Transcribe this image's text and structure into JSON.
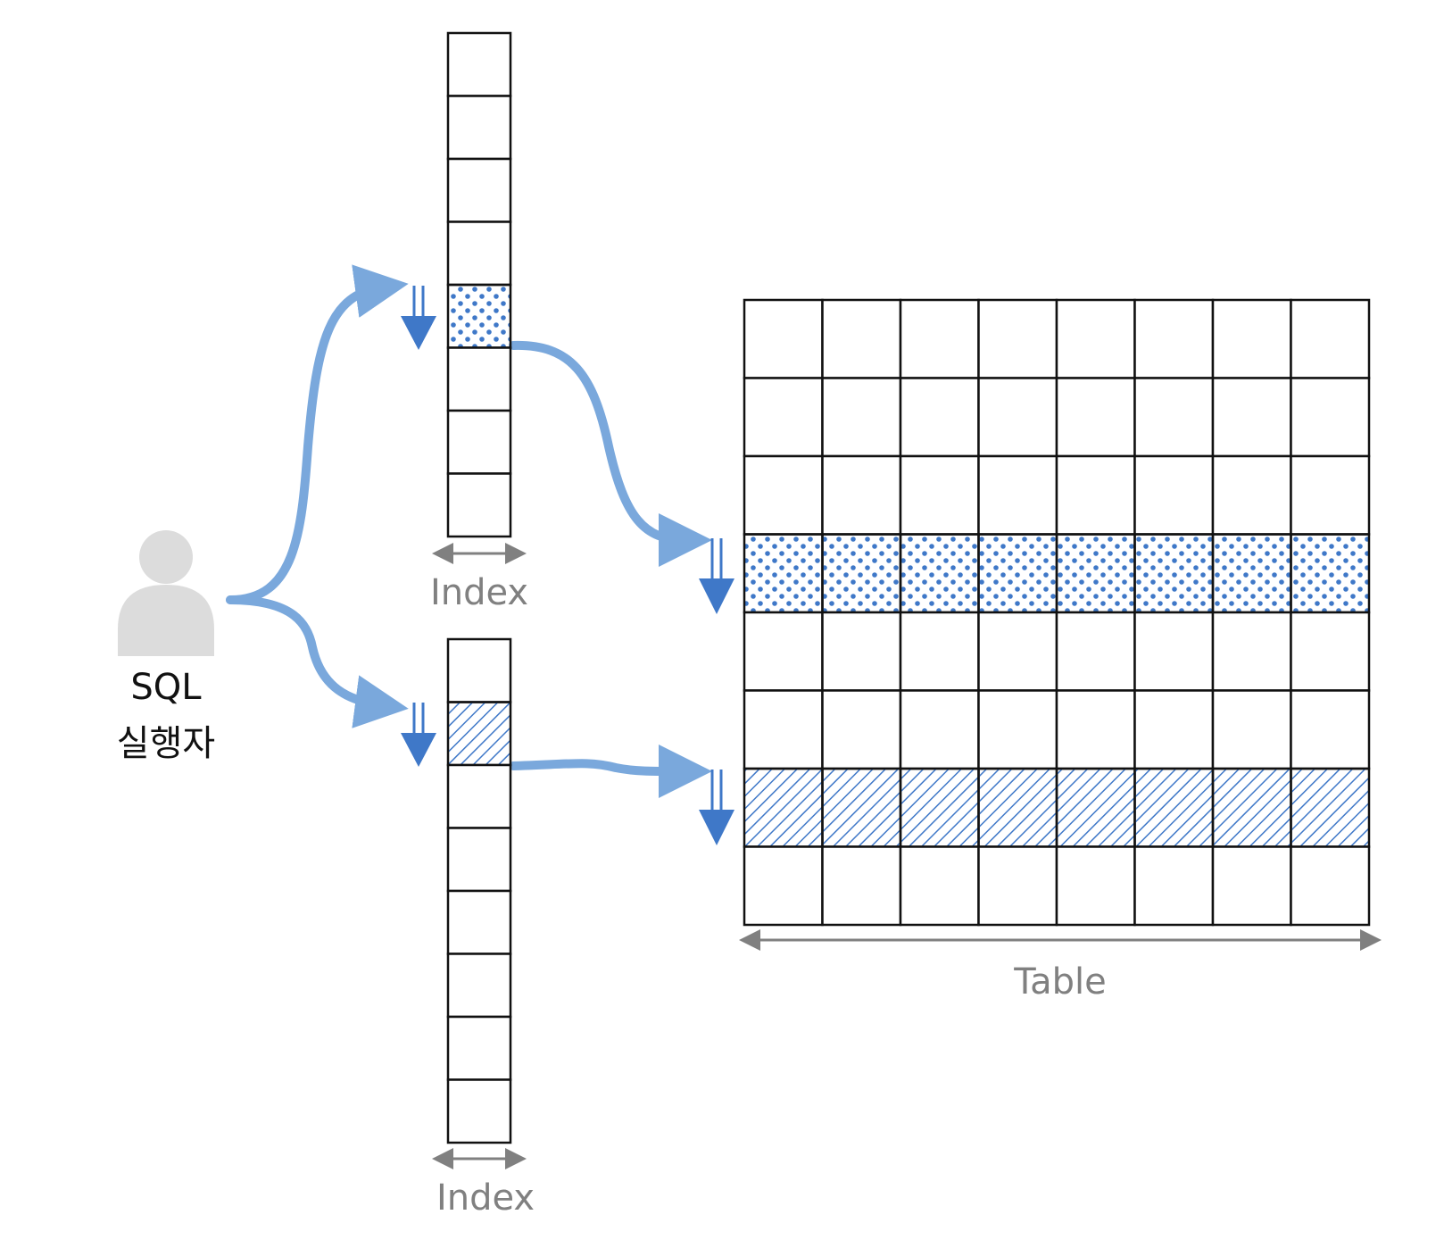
{
  "actor": {
    "line1": "SQL",
    "line2": "실행자"
  },
  "index_upper": {
    "label": "Index",
    "cell_count": 8,
    "highlighted_cell": 5,
    "pattern": "dots"
  },
  "index_lower": {
    "label": "Index",
    "cell_count": 8,
    "highlighted_cell": 2,
    "pattern": "stripes"
  },
  "table": {
    "label": "Table",
    "columns": 8,
    "rows": 8,
    "dotted_row": 4,
    "striped_row": 7
  },
  "colors": {
    "flow_arrow": "#7aa8dc",
    "down_arrow": "#3f78c8",
    "pattern": "#3f78c8",
    "person": "#dcdcdc",
    "grid": "#111111",
    "dimension": "#808080"
  },
  "icons": {
    "actor": "person-icon",
    "scan": "down-arrow-icon"
  }
}
